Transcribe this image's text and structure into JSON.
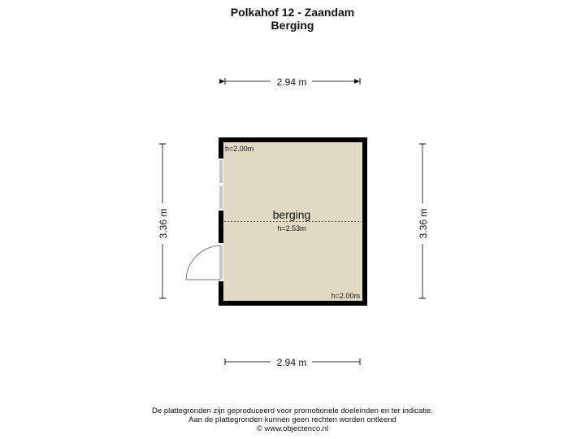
{
  "header": {
    "title": "Polkahof 12 - Zaandam",
    "subtitle": "Berging"
  },
  "dimensions": {
    "top_width": "2.94 m",
    "bottom_width": "2.94 m",
    "left_height": "3.36 m",
    "right_height": "3.36 m"
  },
  "room": {
    "name": "berging",
    "height_top_left": "h=2.00m",
    "height_center": "h=2.53m",
    "height_bottom_right": "h=2.00m",
    "floor_color": "#e2dbc4",
    "wall_color": "#000000"
  },
  "footer": {
    "line1": "De plattegronden zijn geproduceerd voor promotionele doeleinden en ter indicatie.",
    "line2": "Aan de plattegronden kunnen geen rechten worden ontleend",
    "line3": "© www.objectenco.nl"
  }
}
